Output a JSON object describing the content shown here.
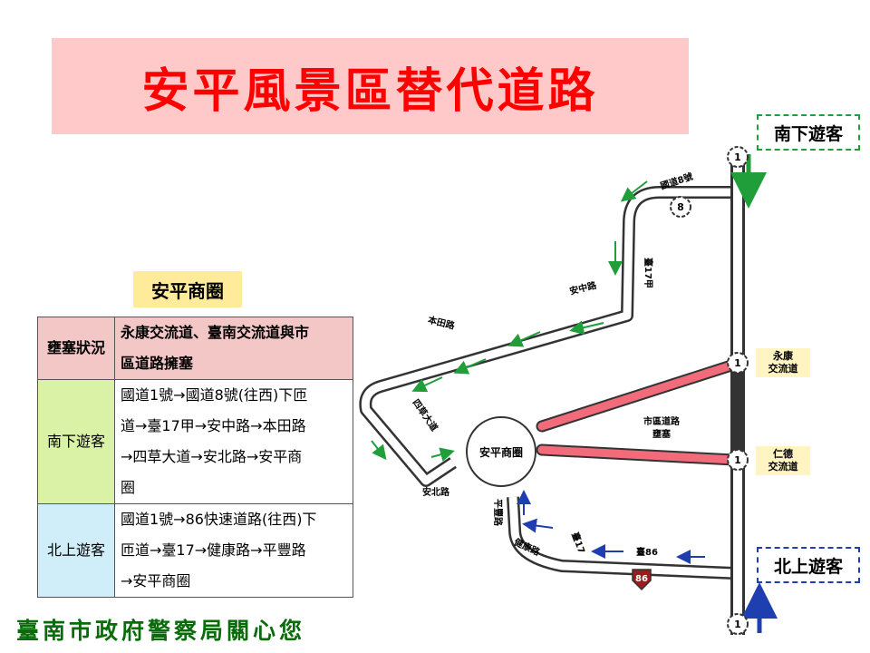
{
  "title": "安平風景區替代道路",
  "zone": "安平商圈",
  "table": {
    "header": {
      "label": "壅塞狀況",
      "text_lines": [
        "永康交流道、臺南交流道與市",
        "區道路擁塞"
      ]
    },
    "south": {
      "label": "南下遊客",
      "text_lines": [
        "國道1號→國道8號(往西)下匝",
        "道→臺17甲→安中路→本田路",
        "→四草大道→安北路→安平商",
        "圈"
      ]
    },
    "north": {
      "label": "北上遊客",
      "text_lines": [
        "國道1號→86快速道路(往西)下",
        "匝道→臺17→健康路→平豐路",
        "→安平商圈"
      ]
    }
  },
  "footer": "臺南市政府警察局關心您",
  "boxes": {
    "south": "南下遊客",
    "north": "北上遊客"
  },
  "interchanges": {
    "yongkang": [
      "永康",
      "交流道"
    ],
    "rende": [
      "仁德",
      "交流道"
    ]
  },
  "map": {
    "hub": "安平商圈",
    "congestion": [
      "市區道路",
      "壅塞"
    ],
    "roads": {
      "n8": "國道8號",
      "t17a": "臺17甲",
      "anzhong": "安中路",
      "bentian": "本田路",
      "sicao": "四草大道",
      "anbei": "安北路",
      "pingfeng": "平豐路",
      "jiankang": "健康路",
      "t17": "臺17",
      "t86": "臺86"
    },
    "shields": {
      "freeway": "1",
      "n8": "8",
      "t86": "86"
    }
  },
  "colors": {
    "title": "#ff0000",
    "south_arrow": "#1f9e3a",
    "north_arrow": "#1f3fb0",
    "congestion": "#f26b7a"
  }
}
